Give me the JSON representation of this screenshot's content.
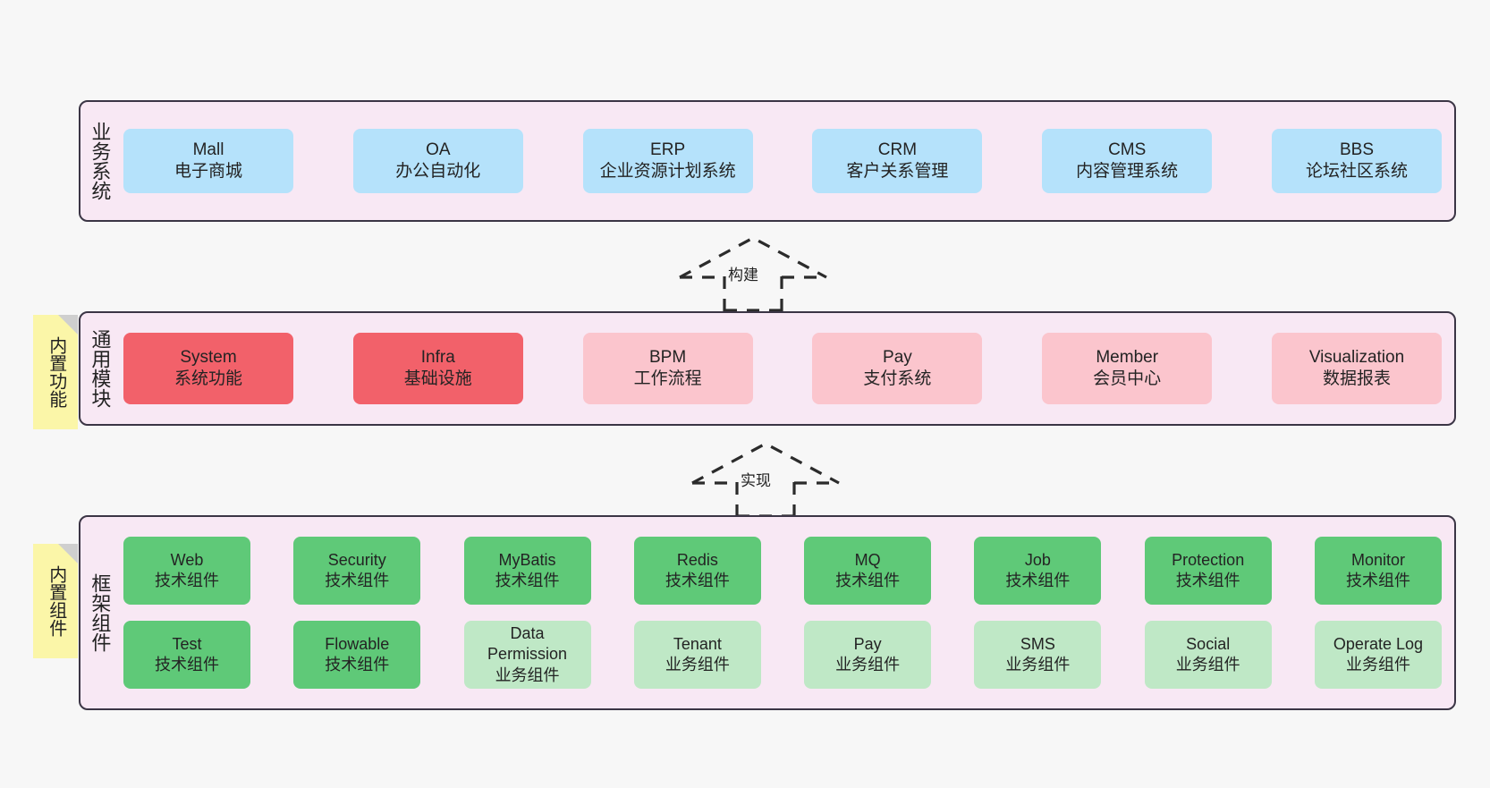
{
  "diagram": {
    "background_color": "#f7f7f7",
    "layer_fill": "#f8e8f4",
    "layer_border": "#3b3545",
    "sticky_color": "#fbf6a8"
  },
  "layers": [
    {
      "id": "business",
      "title": "业务系统",
      "node_color": "#b5e2fb",
      "rows": [
        {
          "nodes": [
            {
              "en": "Mall",
              "cn": "电子商城"
            },
            {
              "en": "OA",
              "cn": "办公自动化"
            },
            {
              "en": "ERP",
              "cn": "企业资源计划系统"
            },
            {
              "en": "CRM",
              "cn": "客户关系管理"
            },
            {
              "en": "CMS",
              "cn": "内容管理系统"
            },
            {
              "en": "BBS",
              "cn": "论坛社区系统"
            }
          ]
        }
      ]
    },
    {
      "id": "modules",
      "title": "通用模块",
      "sticky": "内置功能",
      "node_color_primary": "#f2616a",
      "node_color_secondary": "#fbc5cd",
      "rows": [
        {
          "nodes": [
            {
              "en": "System",
              "cn": "系统功能",
              "style": "n-red"
            },
            {
              "en": "Infra",
              "cn": "基础设施",
              "style": "n-red"
            },
            {
              "en": "BPM",
              "cn": "工作流程",
              "style": "n-pink"
            },
            {
              "en": "Pay",
              "cn": "支付系统",
              "style": "n-pink"
            },
            {
              "en": "Member",
              "cn": "会员中心",
              "style": "n-pink"
            },
            {
              "en": "Visualization",
              "cn": "数据报表",
              "style": "n-pink"
            }
          ]
        }
      ]
    },
    {
      "id": "framework",
      "title": "框架组件",
      "sticky": "内置组件",
      "node_color_primary": "#5fc978",
      "node_color_secondary": "#bfe8c6",
      "rows": [
        {
          "nodes": [
            {
              "en": "Web",
              "cn": "技术组件",
              "style": "n-green"
            },
            {
              "en": "Security",
              "cn": "技术组件",
              "style": "n-green"
            },
            {
              "en": "MyBatis",
              "cn": "技术组件",
              "style": "n-green"
            },
            {
              "en": "Redis",
              "cn": "技术组件",
              "style": "n-green"
            },
            {
              "en": "MQ",
              "cn": "技术组件",
              "style": "n-green"
            },
            {
              "en": "Job",
              "cn": "技术组件",
              "style": "n-green"
            },
            {
              "en": "Protection",
              "cn": "技术组件",
              "style": "n-green"
            },
            {
              "en": "Monitor",
              "cn": "技术组件",
              "style": "n-green"
            }
          ]
        },
        {
          "nodes": [
            {
              "en": "Test",
              "cn": "技术组件",
              "style": "n-green"
            },
            {
              "en": "Flowable",
              "cn": "技术组件",
              "style": "n-green"
            },
            {
              "en": "Data Permission",
              "cn": "业务组件",
              "style": "n-lgreen"
            },
            {
              "en": "Tenant",
              "cn": "业务组件",
              "style": "n-lgreen"
            },
            {
              "en": "Pay",
              "cn": "业务组件",
              "style": "n-lgreen"
            },
            {
              "en": "SMS",
              "cn": "业务组件",
              "style": "n-lgreen"
            },
            {
              "en": "Social",
              "cn": "业务组件",
              "style": "n-lgreen"
            },
            {
              "en": "Operate Log",
              "cn": "业务组件",
              "style": "n-lgreen"
            }
          ]
        }
      ]
    }
  ],
  "arrows": [
    {
      "id": "build",
      "label": "构建"
    },
    {
      "id": "impl",
      "label": "实现"
    }
  ]
}
